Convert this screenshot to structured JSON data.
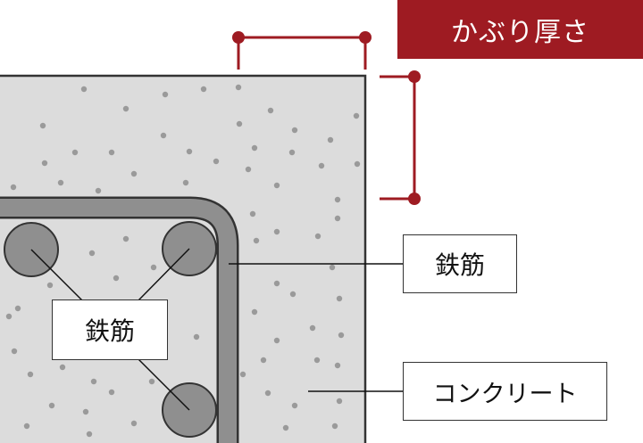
{
  "title": "かぶり厚さ",
  "labels": {
    "rebar_right": "鉄筋",
    "rebar_left": "鉄筋",
    "concrete": "コンクリート"
  },
  "colors": {
    "accent": "#9e1b22",
    "concrete_fill": "#dcdcdc",
    "rebar_fill": "#8f8f8f",
    "outline": "#333333"
  }
}
